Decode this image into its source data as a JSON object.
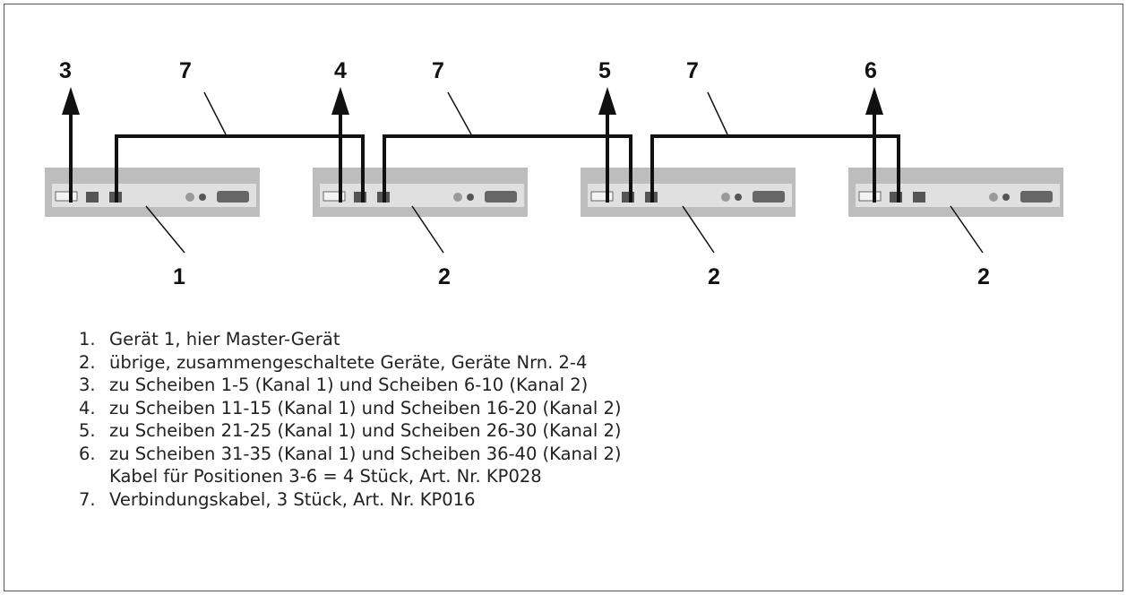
{
  "labels": {
    "arrow_labels": [
      "3",
      "4",
      "5",
      "6"
    ],
    "cable_labels": [
      "7",
      "7",
      "7"
    ],
    "device_labels": [
      "1",
      "2",
      "2",
      "2"
    ]
  },
  "legend": [
    {
      "num": "1.",
      "text": "Gerät 1, hier Master-Gerät"
    },
    {
      "num": "2.",
      "text": "übrige, zusammengeschaltete Geräte, Geräte Nrn. 2-4"
    },
    {
      "num": "3.",
      "text": "zu Scheiben 1-5 (Kanal 1) und Scheiben 6-10 (Kanal 2)"
    },
    {
      "num": "4.",
      "text": "zu Scheiben 11-15 (Kanal 1) und Scheiben 16-20 (Kanal 2)"
    },
    {
      "num": "5.",
      "text": "zu Scheiben 21-25 (Kanal 1) und Scheiben 26-30 (Kanal 2)"
    },
    {
      "num": "6.",
      "text": "zu Scheiben 31-35 (Kanal 1) und Scheiben 36-40 (Kanal 2)",
      "sub": "Kabel für Positionen 3-6 = 4 Stück, Art. Nr. KP028"
    },
    {
      "num": "7.",
      "text": "Verbindungskabel, 3 Stück, Art. Nr. KP016"
    }
  ],
  "colors": {
    "device_panel": "#c8c8c8",
    "line": "#111111"
  }
}
